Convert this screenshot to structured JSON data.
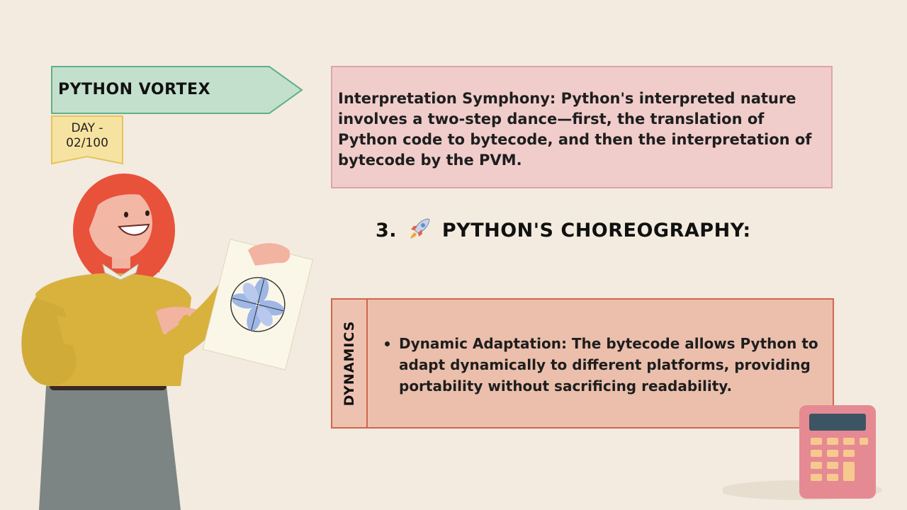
{
  "banner": {
    "label": "PYTHON VORTEX"
  },
  "day_tag": {
    "line1": "DAY -",
    "line2": "02/100"
  },
  "card_top": {
    "text": "Interpretation Symphony: Python's interpreted nature involves a two-step dance—first, the translation of Python code to bytecode, and then the interpretation of bytecode by the PVM."
  },
  "section_heading": {
    "number": "3.",
    "icon": "rocket-icon",
    "title": "PYTHON'S CHOREOGRAPHY:"
  },
  "card_bottom": {
    "side_label": "DYNAMICS",
    "bullets": [
      "Dynamic Adaptation: The bytecode allows Python to adapt dynamically to different platforms, providing portability without sacrificing readability."
    ]
  },
  "colors": {
    "background": "#f3ebe0",
    "banner_fill": "#c3e0cd",
    "banner_border": "#5fb08a",
    "day_fill": "#f7e3a1",
    "day_border": "#e3c55a",
    "card_top_fill": "#f0cdcb",
    "card_bottom_fill": "#edc2b0",
    "card_bottom_border": "#d0664c"
  },
  "illustrations": [
    "woman-presenter-illustration",
    "calculator-illustration"
  ]
}
